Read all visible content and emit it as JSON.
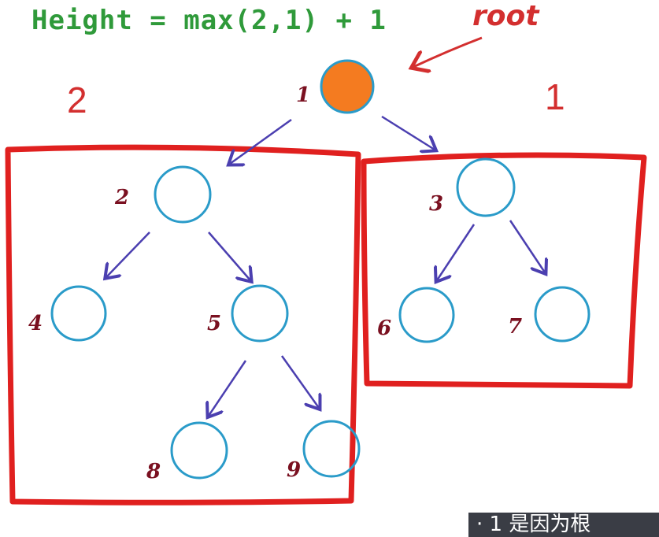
{
  "formula": "Height = max(2,1) + 1",
  "root_label": "root",
  "left_subtree_height": "2",
  "right_subtree_height": "1",
  "nodes": {
    "n1": "1",
    "n2": "2",
    "n3": "3",
    "n4": "4",
    "n5": "5",
    "n6": "6",
    "n7": "7",
    "n8": "8",
    "n9": "9"
  },
  "subtitle_text": "· 1 是因为根",
  "colors": {
    "formula": "#2f9a3a",
    "annotation_red": "#d32f2f",
    "node_outline": "#2a9bc9",
    "root_fill": "#f47b20",
    "edge_arrow": "#4b3fb0",
    "node_label": "#7a1020"
  }
}
